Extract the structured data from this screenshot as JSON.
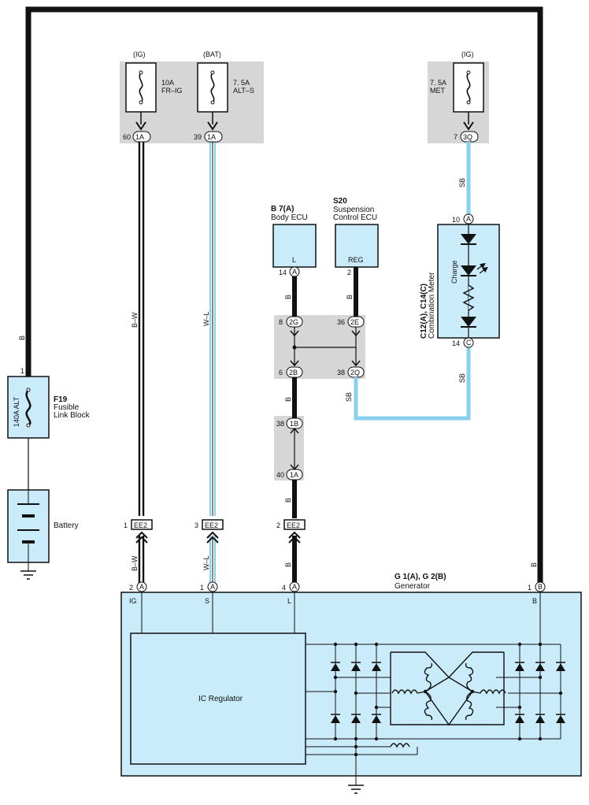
{
  "colors": {
    "panel_blue": "#c9ebfa",
    "junction_gray": "#d6d6d6",
    "wire_sb": "#88d0ee",
    "wire_black": "#111111",
    "wire_wl_blue": "#7fcbea"
  },
  "fuses": {
    "frig": {
      "source": "(IG)",
      "rating": "10A",
      "name": "FR–IG",
      "pin": "1A",
      "num": "60"
    },
    "alts": {
      "source": "(BAT)",
      "rating": "7. 5A",
      "name": "ALT–S",
      "pin": "1A",
      "num": "39"
    },
    "met": {
      "source": "(IG)",
      "rating": "7. 5A",
      "name": "MET",
      "pin": "3Q",
      "num": "7"
    }
  },
  "fusible_link": {
    "code": "F19",
    "line1": "Fusible",
    "line2": "Link Block",
    "rating": "140A ALT",
    "pin_num": "1"
  },
  "battery": {
    "label": "Battery"
  },
  "body_ecu": {
    "code": "B 7(A)",
    "name": "Body ECU",
    "pin_label": "L",
    "conn": "A",
    "pin_num": "14"
  },
  "suspension_ecu": {
    "code": "S20",
    "line1": "Suspension",
    "line2": "Control ECU",
    "pin_label": "REG",
    "pin_num": "2"
  },
  "combination_meter": {
    "code": "C12(A), C14(C)",
    "name": "Combination Meter",
    "charge": "Charge",
    "top_conn": "A",
    "top_num": "10",
    "bot_conn": "C",
    "bot_num": "14"
  },
  "junction_main": {
    "p8": "2G",
    "n8": "8",
    "p36": "2E",
    "n36": "36",
    "p6": "2B",
    "n6": "6",
    "p38": "2Q",
    "n38": "38"
  },
  "junction_small": {
    "p38": "1B",
    "n38": "38",
    "p40": "1A",
    "n40": "40"
  },
  "ee2": {
    "label": "EE2",
    "n1": "1",
    "n3": "3",
    "n2": "2"
  },
  "wires": {
    "b": "B",
    "bw": "B–W",
    "wl": "W–L",
    "sb": "SB"
  },
  "generator": {
    "code": "G 1(A), G 2(B)",
    "name": "Generator",
    "pins": [
      {
        "num": "2",
        "conn": "A",
        "label": "IG"
      },
      {
        "num": "1",
        "conn": "A",
        "label": "S"
      },
      {
        "num": "4",
        "conn": "A",
        "label": "L"
      },
      {
        "num": "1",
        "conn": "B",
        "label": "B"
      }
    ],
    "regulator": "IC Regulator"
  }
}
